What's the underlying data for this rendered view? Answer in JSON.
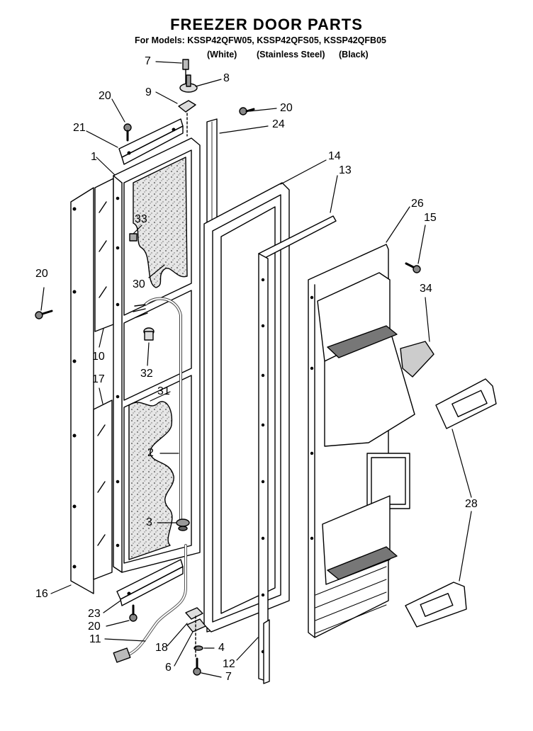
{
  "header": {
    "title": "FREEZER DOOR PARTS",
    "models": "For Models: KSSP42QFW05, KSSP42QFS05, KSSP42QFB05",
    "finish_white": "(White)",
    "finish_stainless": "(Stainless Steel)",
    "finish_black": "(Black)"
  },
  "callouts": {
    "p7_top": "7",
    "p8": "8",
    "p9": "9",
    "p20_a": "20",
    "p20_b": "20",
    "p21": "21",
    "p24": "24",
    "p1": "1",
    "p14": "14",
    "p13": "13",
    "p26": "26",
    "p15": "15",
    "p33": "33",
    "p20_c": "20",
    "p30": "30",
    "p34": "34",
    "p10": "10",
    "p32": "32",
    "p17": "17",
    "p31": "31",
    "p2": "2",
    "p28": "28",
    "p3": "3",
    "p16": "16",
    "p23": "23",
    "p20_d": "20",
    "p11": "11",
    "p18": "18",
    "p4": "4",
    "p12": "12",
    "p6": "6",
    "p7_bottom": "7"
  }
}
